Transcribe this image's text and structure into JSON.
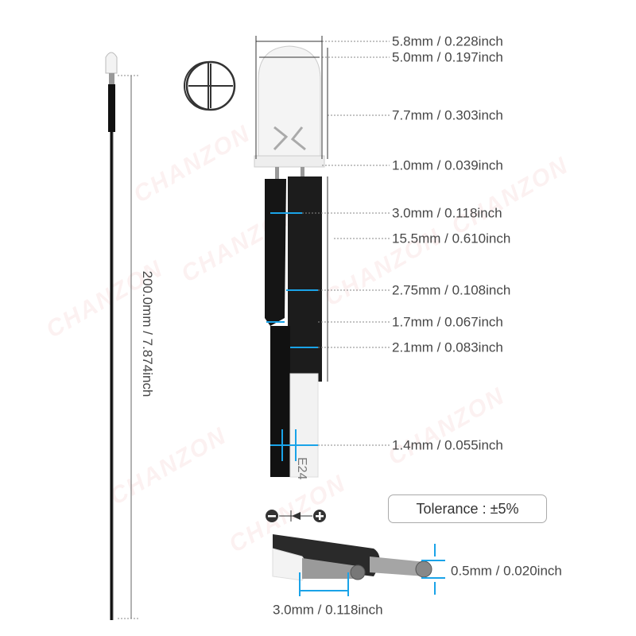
{
  "watermark": "CHANZON",
  "dimensions": {
    "lens_outer": "5.8mm / 0.228inch",
    "lens_inner": "5.0mm / 0.197inch",
    "lens_height": "7.7mm / 0.303inch",
    "leg_gap": "1.0mm / 0.039inch",
    "tube_width": "3.0mm / 0.118inch",
    "tube_length": "15.5mm / 0.610inch",
    "tube_width_2": "2.75mm / 0.108inch",
    "tube_inner": "1.7mm / 0.067inch",
    "tube_outer": "2.1mm / 0.083inch",
    "wire_width": "1.4mm / 0.055inch",
    "total_length": "200.0mm / 7.874inch",
    "strand_diameter": "0.5mm / 0.020inch",
    "strip_length": "3.0mm / 0.118inch"
  },
  "wire_print": "E24",
  "tolerance": "Tolerance : ±5%",
  "colors": {
    "dimension_line": "#1aa3e8",
    "text": "#474747"
  }
}
